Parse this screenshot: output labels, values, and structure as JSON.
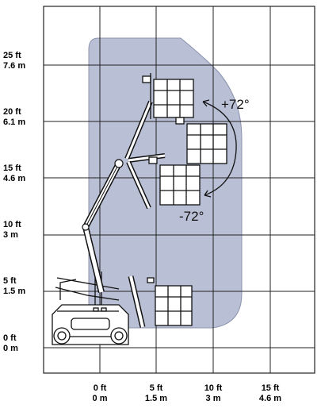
{
  "y_axis": {
    "ticks": [
      {
        "ft": "25 ft",
        "m": "7.6 m"
      },
      {
        "ft": "20 ft",
        "m": "6.1 m"
      },
      {
        "ft": "15 ft",
        "m": "4.6 m"
      },
      {
        "ft": "10 ft",
        "m": "3 m"
      },
      {
        "ft": "5 ft",
        "m": "1.5 m"
      },
      {
        "ft": "0 ft",
        "m": "0 m"
      }
    ]
  },
  "x_axis": {
    "ticks": [
      {
        "ft": "0 ft",
        "m": "0 m"
      },
      {
        "ft": "5 ft",
        "m": "1.5 m"
      },
      {
        "ft": "10 ft",
        "m": "3 m"
      },
      {
        "ft": "15 ft",
        "m": "4.6 m"
      }
    ]
  },
  "rotation": {
    "up": "+72°",
    "down": "-72°"
  },
  "colors": {
    "envelope_fill": "#b9bfd4",
    "envelope_stroke": "#8c93ae",
    "grid": "#222222",
    "machine": "#111111"
  }
}
